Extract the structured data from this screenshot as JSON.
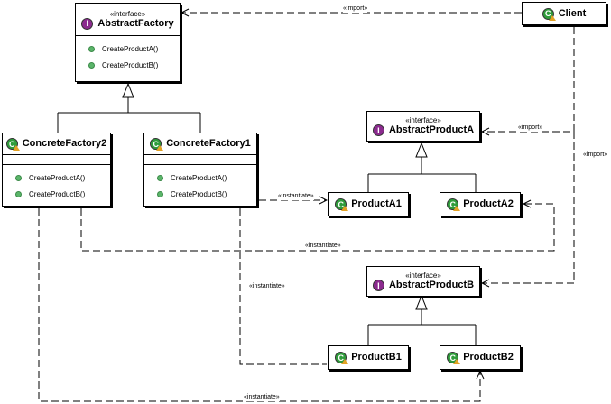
{
  "diagram": {
    "abstract_factory": {
      "stereotype": "«interface»",
      "name": "AbstractFactory",
      "operations": [
        "CreateProductA()",
        "CreateProductB()"
      ]
    },
    "client": {
      "name": "Client"
    },
    "concrete_factory_2": {
      "name": "ConcreteFactory2",
      "operations": [
        "CreateProductA()",
        "CreateProductB()"
      ]
    },
    "concrete_factory_1": {
      "name": "ConcreteFactory1",
      "operations": [
        "CreateProductA()",
        "CreateProductB()"
      ]
    },
    "abstract_product_a": {
      "stereotype": "«interface»",
      "name": "AbstractProductA"
    },
    "abstract_product_b": {
      "stereotype": "«interface»",
      "name": "AbstractProductB"
    },
    "product_a1": {
      "name": "ProductA1"
    },
    "product_a2": {
      "name": "ProductA2"
    },
    "product_b1": {
      "name": "ProductB1"
    },
    "product_b2": {
      "name": "ProductB2"
    },
    "icons": {
      "interface": "I",
      "class": "C"
    },
    "labels": {
      "import_top": "«import»",
      "import_a": "«import»",
      "import_right": "«import»",
      "instantiate_cf1_a1": "«instantiate»",
      "instantiate_cf2_a2": "«instantiate»",
      "instantiate_cf1_b1": "«instantiate»",
      "instantiate_cf2_b2": "«instantiate»"
    }
  }
}
